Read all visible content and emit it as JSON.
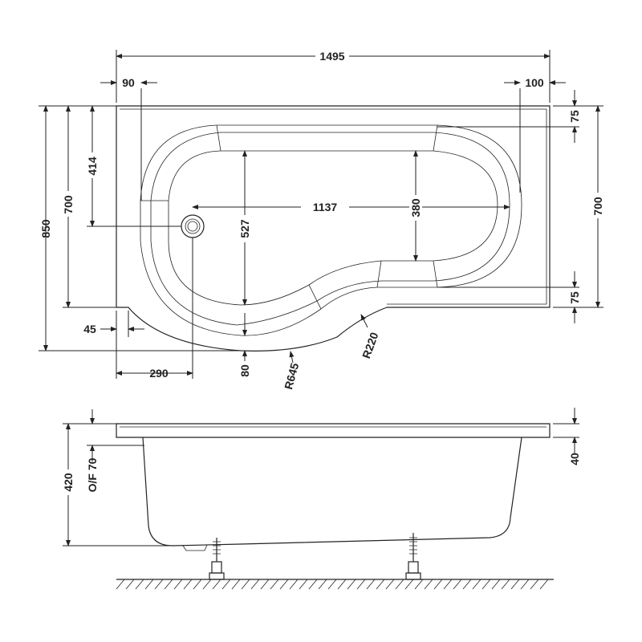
{
  "top_view": {
    "overall_length": "1495",
    "left_rim": "90",
    "right_rim": "100",
    "top_rim": "75",
    "bottom_rim": "75",
    "depth_to_waste": "414",
    "width_left": "700",
    "overall_width": "850",
    "width_right": "700",
    "inner_length": "1137",
    "inner_width": "527",
    "inner_width_narrow": "380",
    "corner_offset": "45",
    "waste_offset": "290",
    "curve_rim": "80",
    "radius_large": "R645",
    "radius_small": "R220"
  },
  "side_view": {
    "height": "420",
    "overflow": "O/F 70",
    "rim_thickness": "40"
  }
}
